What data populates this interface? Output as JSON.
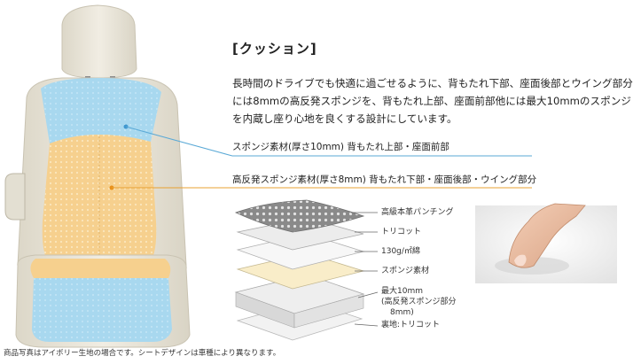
{
  "section_title": "[クッション]",
  "description": {
    "line1": "長時間のドライブでも快適に過ごせるように、背もたれ下部、座面後部とウイング部分",
    "line2": "には8mmの高反発スポンジを、背もたれ上部、座面前部他には最大10mmのスポンジ",
    "line3": "を内蔵し座り心地を良くする設計にしています。"
  },
  "callouts": [
    {
      "text": "スポンジ素材(厚さ10mm) 背もたれ上部・座面前部",
      "color": "#5aa9d6"
    },
    {
      "text": "高反発スポンジ素材(厚さ8mm) 背もたれ下部・座面後部・ウイング部分",
      "color": "#e8a030"
    }
  ],
  "layers": [
    "高級本革パンチング",
    "トリコット",
    "130g/㎡綿",
    "スポンジ素材",
    "最大10mm",
    "(高反発スポンジ部分",
    "8mm)",
    "裏地:トリコット"
  ],
  "footnote": "商品写真はアイボリー生地の場合です。シートデザインは車種により異なります。",
  "colors": {
    "sponge_blue": "#a8d8ef",
    "sponge_orange": "#f6d08e",
    "seat_leather": "#ece8dc"
  }
}
